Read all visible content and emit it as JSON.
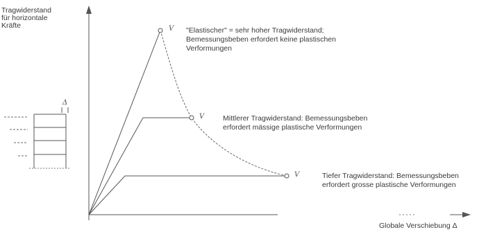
{
  "y_axis_label": [
    "Tragwiderstand",
    "für horizontale",
    "Kräfte"
  ],
  "x_axis_label": "Globale Verschiebung Δ",
  "annotations": {
    "elastic": [
      "\"Elastischer\" = sehr hoher Tragwiderstand;",
      "Bemessungsbeben erfordert keine plastischen",
      "Verformungen"
    ],
    "medium": [
      "Mittlerer Tragwiderstand: Bemessungsbeben",
      "erfordert mässige plastische Verformungen"
    ],
    "low": [
      "Tiefer Tragwiderstand: Bemessungsbeben",
      "erfordert grosse plastische Verformungen"
    ]
  },
  "point_symbols": {
    "elastic": "V",
    "medium": "V",
    "low": "V"
  },
  "building_symbol": "Δ",
  "colors": {
    "line": "#555555",
    "text": "#3a3a3a"
  }
}
